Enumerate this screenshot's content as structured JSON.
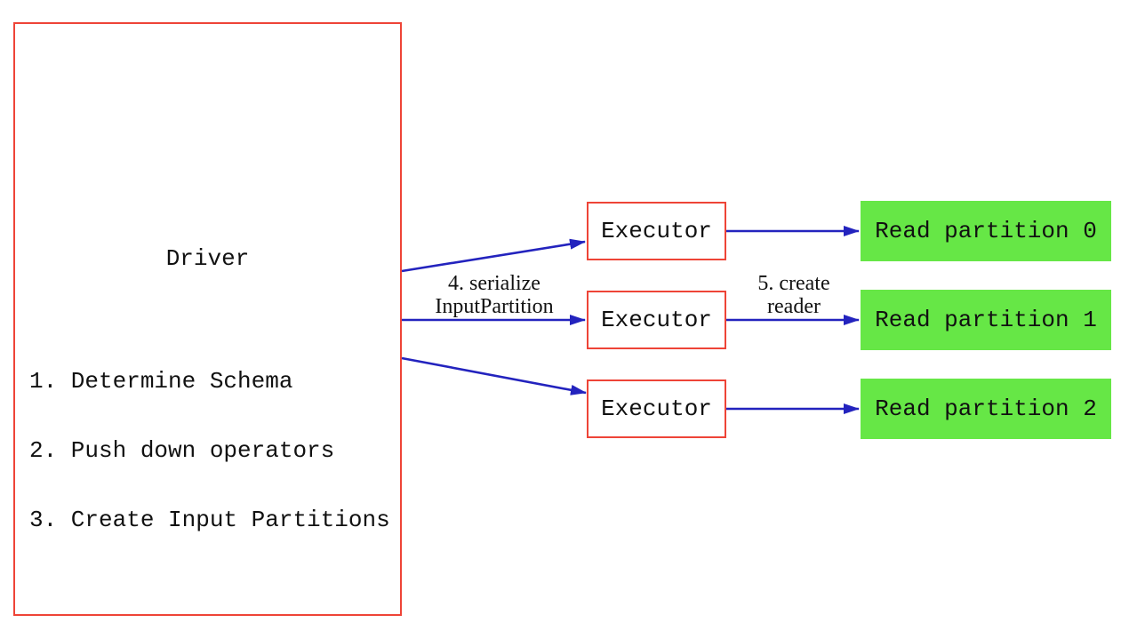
{
  "diagram": {
    "driver": {
      "title": "Driver",
      "steps": [
        "1. Determine Schema",
        "2. Push down operators",
        "3. Create Input Partitions"
      ]
    },
    "executors": [
      {
        "label": "Executor"
      },
      {
        "label": "Executor"
      },
      {
        "label": "Executor"
      }
    ],
    "partitions": [
      {
        "label": "Read partition 0"
      },
      {
        "label": "Read partition 1"
      },
      {
        "label": "Read partition 2"
      }
    ],
    "edge_labels": {
      "serialize": {
        "line1": "4. serialize",
        "line2": "InputPartition"
      },
      "create_reader": {
        "line1": "5. create",
        "line2": "reader"
      }
    },
    "colors": {
      "box_border_red": "#ee4437",
      "arrow_blue": "#2323be",
      "partition_green": "#66e746",
      "text_black": "#111111",
      "background": "#ffffff"
    }
  }
}
